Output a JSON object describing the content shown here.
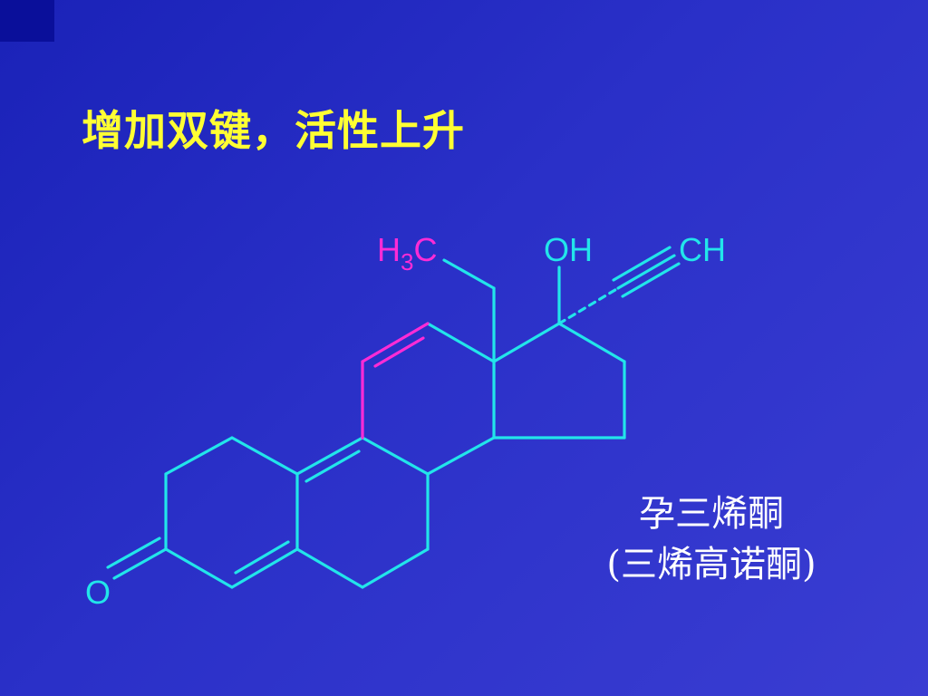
{
  "slide": {
    "title": "增加双键，活性上升",
    "colors": {
      "background": "#2a30c8",
      "title": "#ffff33",
      "bonds": "#22e5ea",
      "highlight_bonds": "#ff2bd6",
      "caption": "#ffffff"
    }
  },
  "structure": {
    "labels": {
      "methyl_h": "H",
      "methyl_sub": "3",
      "methyl_c": "C",
      "hydroxyl": "OH",
      "alkyne_ch": "CH",
      "ketone_o": "O"
    }
  },
  "caption": {
    "line1": "孕三烯酮",
    "line2": "(三烯高诺酮)"
  }
}
